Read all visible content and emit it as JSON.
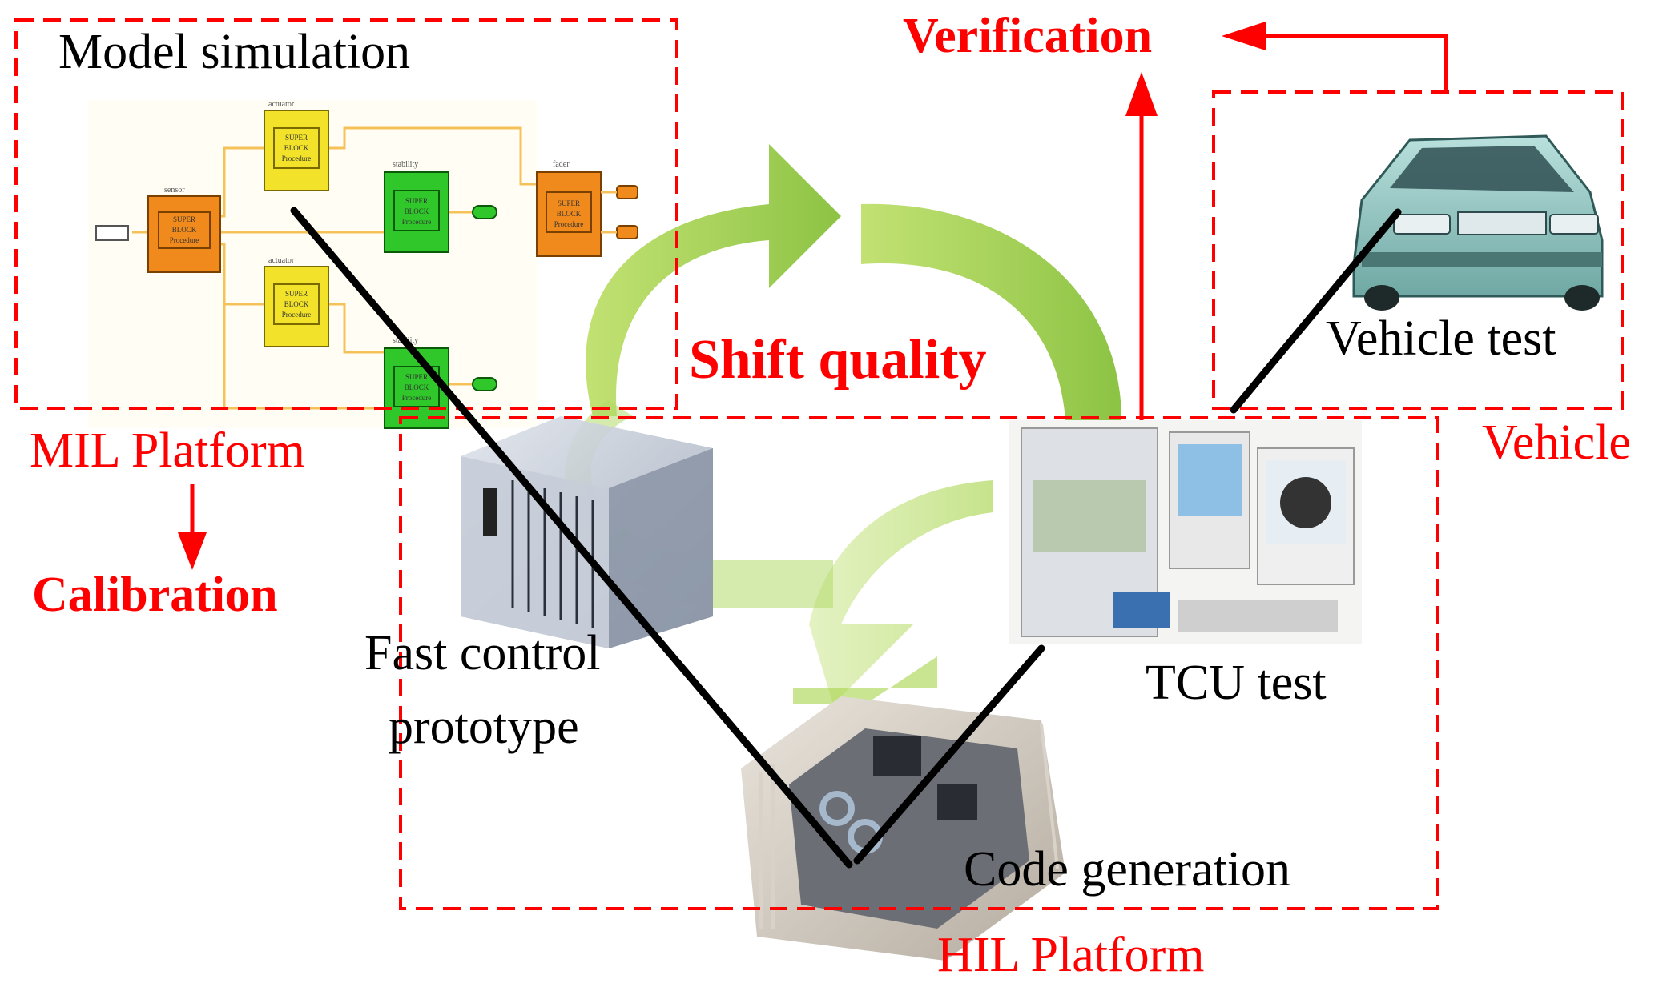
{
  "labels": {
    "model_simulation": "Model simulation",
    "verification": "Verification",
    "shift_quality": "Shift quality",
    "vehicle_test": "Vehicle test",
    "vehicle": "Vehicle",
    "mil_platform": "MIL Platform",
    "calibration": "Calibration",
    "fast_control_line1": "Fast control",
    "fast_control_line2": "prototype",
    "tcu_test": "TCU test",
    "code_generation": "Code generation",
    "hil_platform": "HIL Platform"
  },
  "simulink_blocks": {
    "sensor": "sensor",
    "actuator": "actuator",
    "stability": "stability",
    "fader": "fader",
    "block_text_1": "SUPER",
    "block_text_2": "BLOCK",
    "block_text_3": "Procedure"
  },
  "colors": {
    "red": "#ff0000",
    "green_arrow": "#9dcc3c",
    "orange_block": "#f08a1c",
    "yellow_block": "#f2e22a",
    "green_block": "#2fc72a"
  }
}
